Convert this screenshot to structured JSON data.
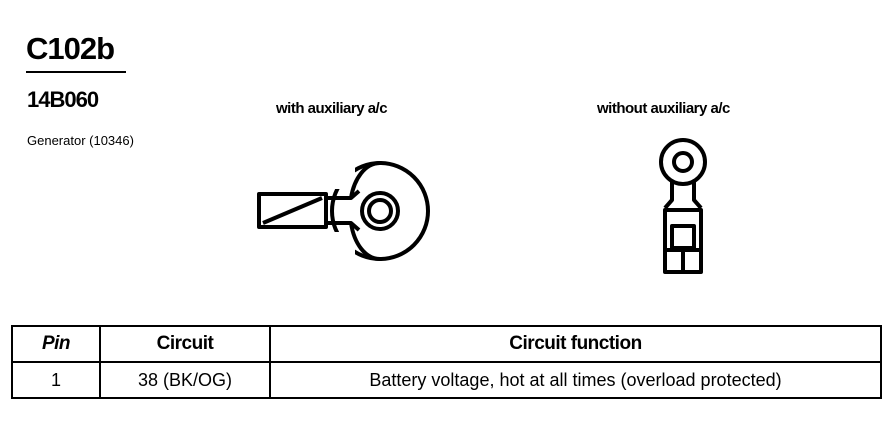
{
  "connector": {
    "id": "C102b",
    "part_number": "14B060",
    "component": "Generator (10346)"
  },
  "variants": [
    {
      "label": "with auxiliary a/c",
      "terminal": "flat ring-terminal-icon"
    },
    {
      "label": "without auxiliary a/c",
      "terminal": "upright ring-terminal-icon"
    }
  ],
  "table": {
    "headers": [
      "Pin",
      "Circuit",
      "Circuit function"
    ],
    "rows": [
      [
        "1",
        "38 (BK/OG)",
        "Battery voltage, hot at all times (overload protected)"
      ]
    ]
  }
}
